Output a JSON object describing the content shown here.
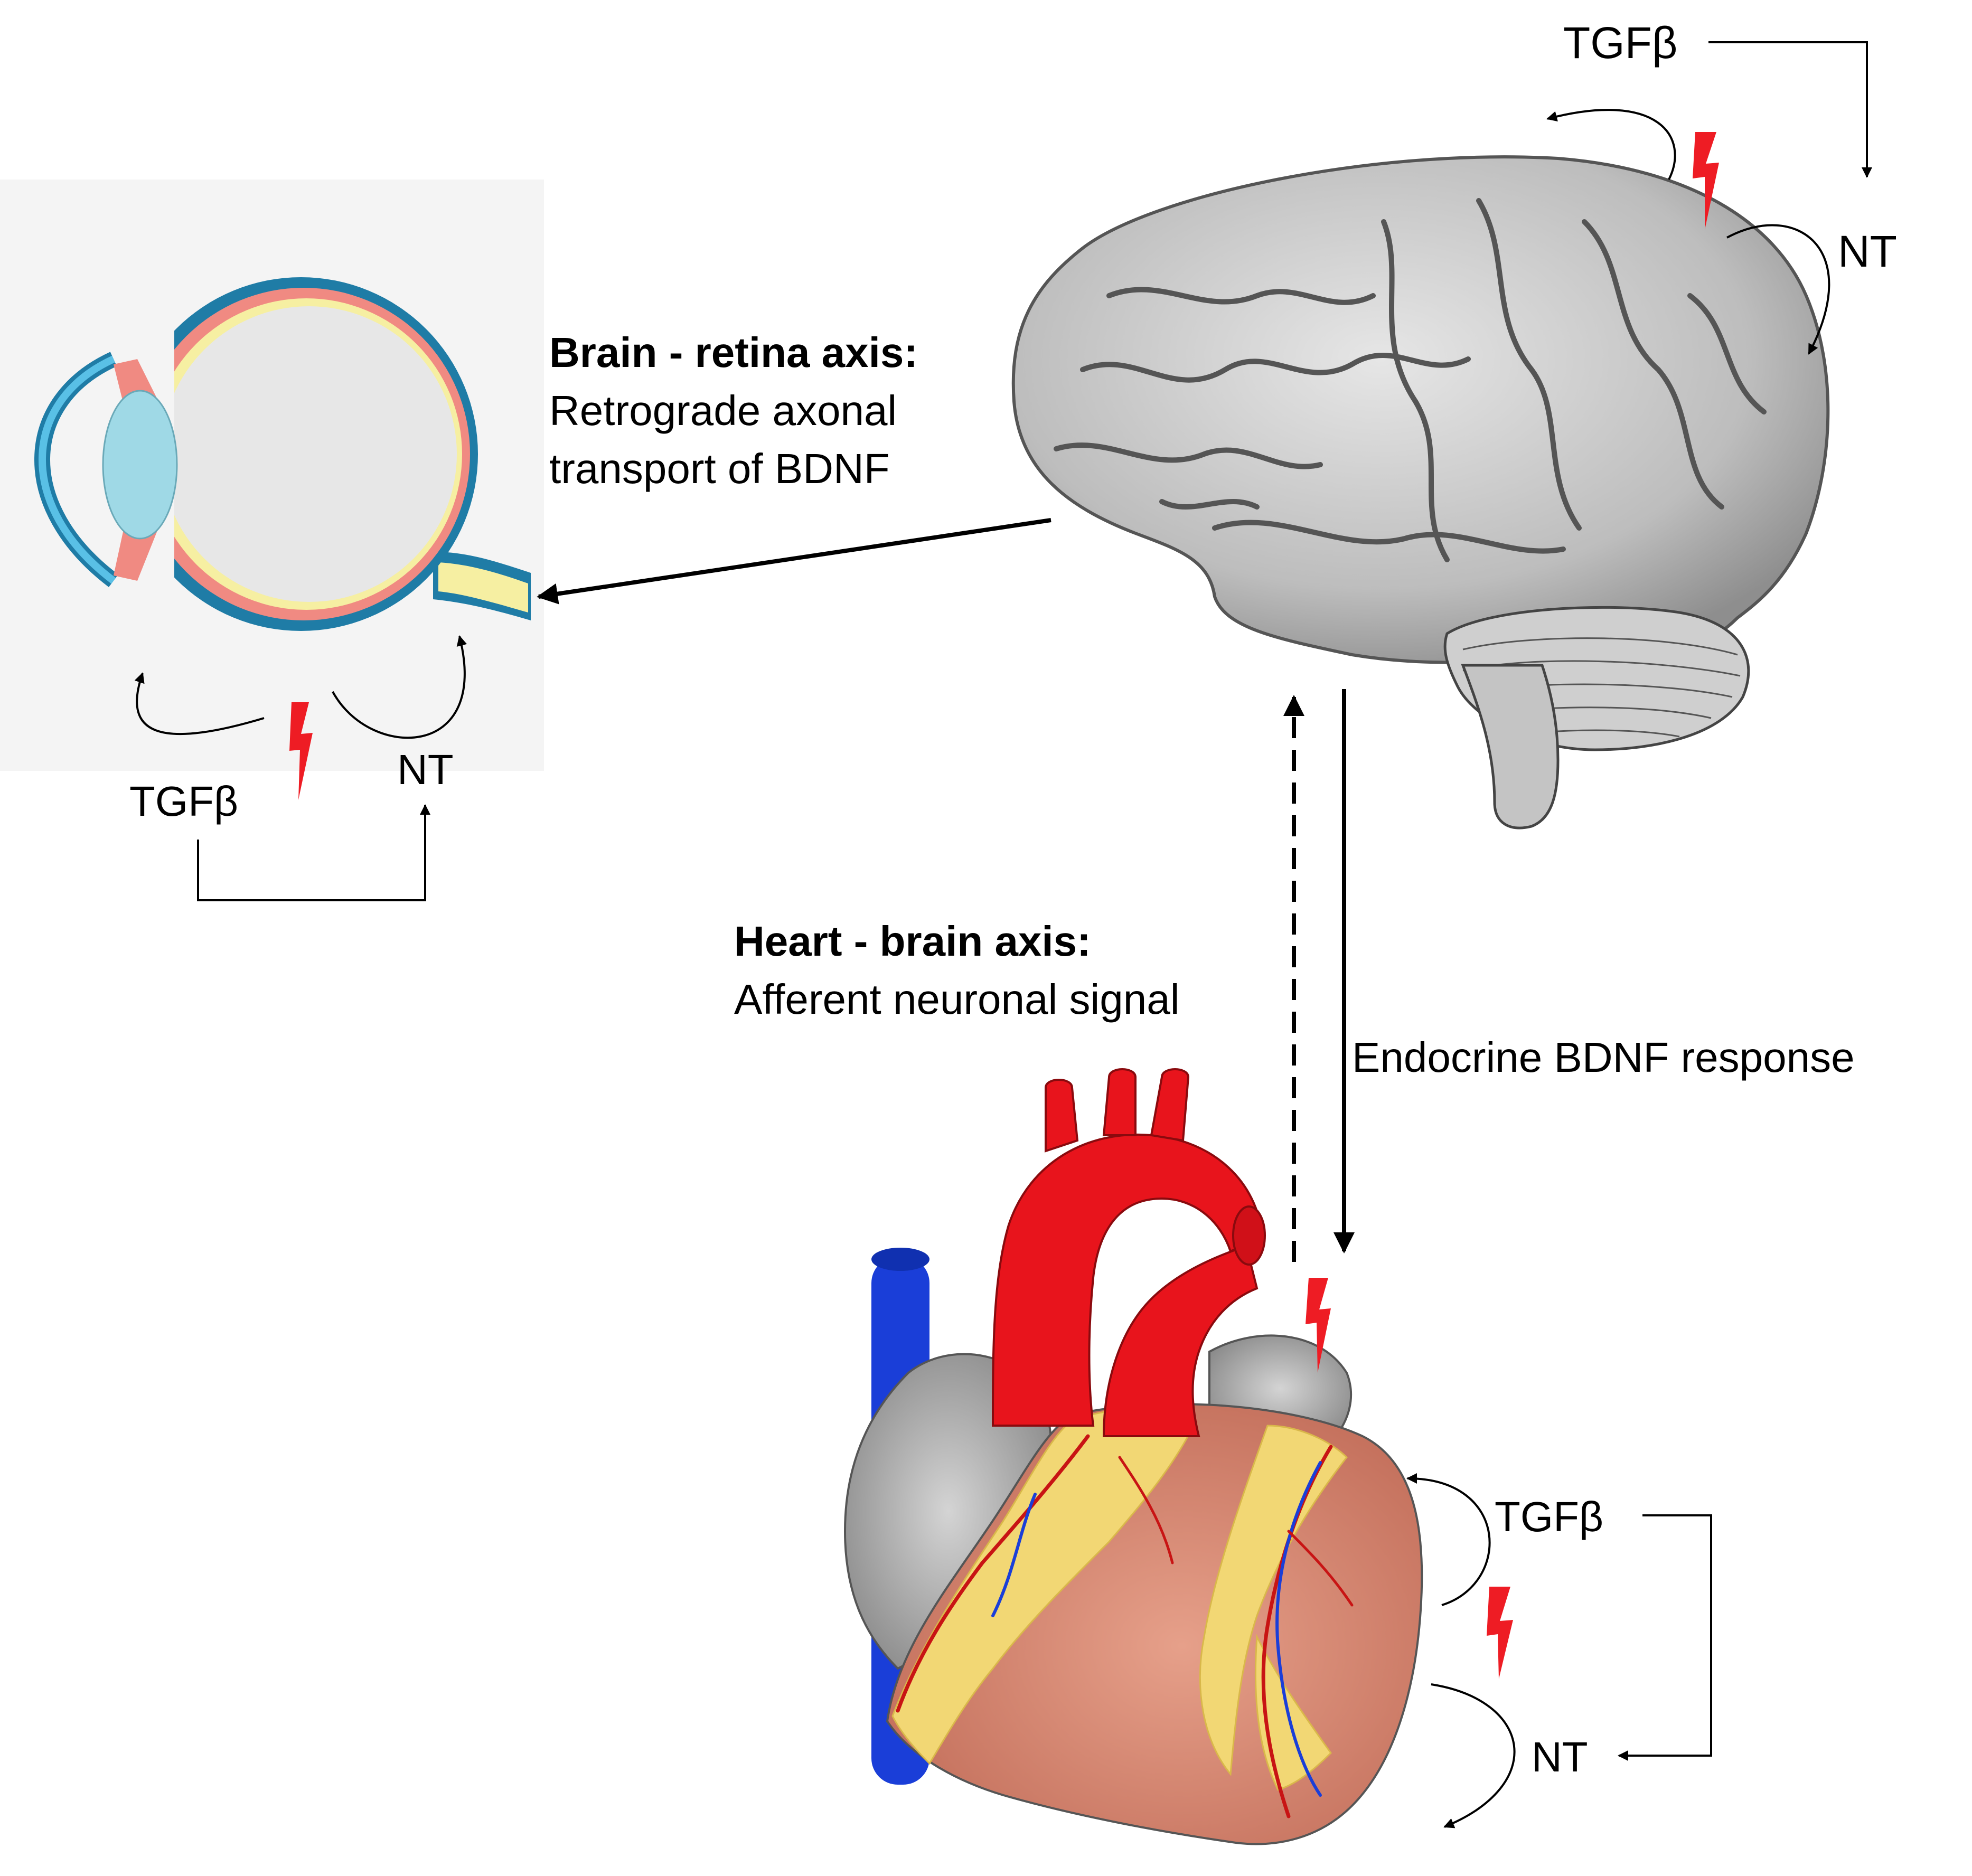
{
  "brain_retina_axis": {
    "title": "Brain - retina axis:",
    "line1": "Retrograde axonal",
    "line2": "transport of BDNF"
  },
  "heart_brain_axis": {
    "title": "Heart - brain axis:",
    "line1": "Afferent neuronal signal"
  },
  "endocrine_label": "Endocrine BDNF response",
  "brain_labels": {
    "tgf": "TGFβ",
    "nt": "NT"
  },
  "eye_labels": {
    "tgf": "TGFβ",
    "nt": "NT"
  },
  "heart_labels": {
    "tgf": "TGFβ",
    "nt": "NT"
  },
  "colors": {
    "lightning": "#ee1c24",
    "eye_sclera": "#1f7ca6",
    "eye_choroid": "#f08a82",
    "eye_retina": "#f6efa2",
    "eye_lens": "#9fd9e6",
    "aorta": "#e8141c",
    "vena_cava": "#1a3ed8",
    "heart_muscle": "#d98a72",
    "fat": "#f2d774",
    "brain": "#b9b9b9"
  }
}
